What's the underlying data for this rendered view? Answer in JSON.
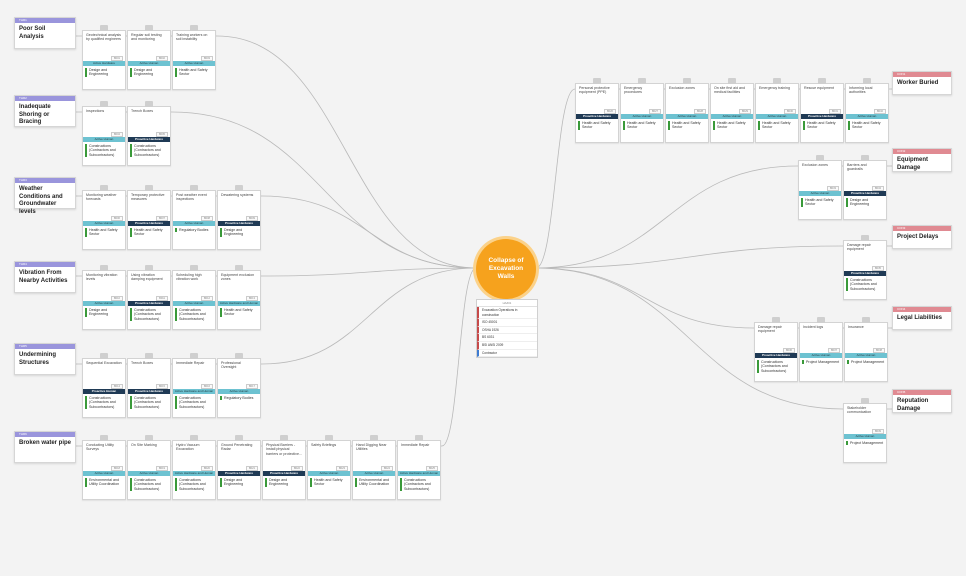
{
  "top_event": {
    "title": "Collapse of Excavation Walls"
  },
  "hazard": {
    "number": "HAZ01",
    "items": [
      "Excavation Operations in construction",
      "ISO 45001",
      "OSHA 1926",
      "BS 6031",
      "BSI ANSI 2009",
      "Contractor"
    ]
  },
  "threats": [
    {
      "tag": "THR1",
      "title": "Poor Soil Analysis",
      "barriers": [
        {
          "text": "Geotechnical analysis by qualified engineers",
          "num": "B001",
          "status": "Active Hardware",
          "owner": "Design and Engineering"
        },
        {
          "text": "Regular soil testing and monitoring",
          "num": "B002",
          "status": "Active Human",
          "owner": "Design and Engineering"
        },
        {
          "text": "Training workers on soil instability",
          "num": "B003",
          "status": "Active Human",
          "owner": "Health and Safety Sector"
        }
      ]
    },
    {
      "tag": "THR2",
      "title": "Inadequate Shoring or Bracing",
      "barriers": [
        {
          "text": "Inspections",
          "num": "B004",
          "status": "Active Human",
          "owner": "Constructions (Contractors and Subcontractors)"
        },
        {
          "text": "Trench Boxes",
          "num": "B005",
          "status": "Proactive Hardware",
          "owner": "Constructions (Contractors and Subcontractors)"
        }
      ]
    },
    {
      "tag": "THR3",
      "title": "Weather Conditions and Groundwater levels",
      "barriers": [
        {
          "text": "Monitoring weather forecasts",
          "num": "B006",
          "status": "Active Human",
          "owner": "Health and Safety Sector"
        },
        {
          "text": "Temporary protective measures",
          "num": "B007",
          "status": "Proactive Hardware",
          "owner": "Health and Safety Sector"
        },
        {
          "text": "Post weather event inspections",
          "num": "B008",
          "status": "Active Human",
          "owner": "Regulatory Bodies"
        },
        {
          "text": "Dewatering systems",
          "num": "B009",
          "status": "Proactive Hardware",
          "owner": "Design and Engineering"
        }
      ]
    },
    {
      "tag": "THR4",
      "title": "Vibration From Nearby Activities",
      "barriers": [
        {
          "text": "Monitoring vibration levels",
          "num": "B010",
          "status": "Active Human",
          "owner": "Design and Engineering"
        },
        {
          "text": "Using vibration damping equipment",
          "num": "B011",
          "status": "Proactive Hardware",
          "owner": "Constructions (Contractors and Subcontractors)"
        },
        {
          "text": "Scheduling high vibration work",
          "num": "B012",
          "status": "Active Human",
          "owner": "Constructions (Contractors and Subcontractors)"
        },
        {
          "text": "Equipment exclusion zones",
          "num": "B013",
          "status": "Active Hardware and Human",
          "owner": "Health and Safety Sector"
        }
      ]
    },
    {
      "tag": "THR5",
      "title": "Undermining Structures",
      "barriers": [
        {
          "text": "Sequential Excavation",
          "num": "B014",
          "status": "Proactive Human",
          "owner": "Constructions (Contractors and Subcontractors)"
        },
        {
          "text": "Trench Boxes",
          "num": "B015",
          "status": "Proactive Hardware",
          "owner": "Constructions (Contractors and Subcontractors)"
        },
        {
          "text": "Immediate Repair",
          "num": "B016",
          "status": "Active Hardware and Human",
          "owner": "Constructions (Contractors and Subcontractors)"
        },
        {
          "text": "Professional Oversight",
          "num": "B017",
          "status": "Active Human",
          "owner": "Regulatory Bodies"
        }
      ]
    },
    {
      "tag": "THR6",
      "title": "Broken water pipe",
      "barriers": [
        {
          "text": "Conducting Utility Surveys",
          "num": "B018",
          "status": "Active Human",
          "owner": "Environmental and Utility Coordination"
        },
        {
          "text": "On Site Marking",
          "num": "B019",
          "status": "Active Human",
          "owner": "Constructions (Contractors and Subcontractors)"
        },
        {
          "text": "Hydro Vacuum Excavation",
          "num": "B020",
          "status": "Active Hardware and Human",
          "owner": "Constructions (Contractors and Subcontractors)"
        },
        {
          "text": "Ground Penetrating Radar",
          "num": "B021",
          "status": "Proactive Hardware",
          "owner": "Design and Engineering"
        },
        {
          "text": "Physical Barriers - Install physical barriers or protective...",
          "num": "B022",
          "status": "Proactive Hardware",
          "owner": "Design and Engineering"
        },
        {
          "text": "Safety Briefings",
          "num": "B023",
          "status": "Active Human",
          "owner": "Health and Safety Sector"
        },
        {
          "text": "Hand Digging Near Utilities",
          "num": "B024",
          "status": "Active Human",
          "owner": "Environmental and Utility Coordination"
        },
        {
          "text": "Immediate Repair",
          "num": "B025",
          "status": "Active Hardware and Human",
          "owner": "Constructions (Contractors and Subcontractors)"
        }
      ]
    }
  ],
  "consequences": [
    {
      "tag": "CON1",
      "title": "Worker Buried",
      "barriers": [
        {
          "text": "Personal protective equipment (PPE)",
          "num": "B026",
          "status": "Proactive Hardware",
          "owner": "Health and Safety Sector"
        },
        {
          "text": "Emergency procedures",
          "num": "B027",
          "status": "Active Human",
          "owner": "Health and Safety Sector"
        },
        {
          "text": "Exclusion zones",
          "num": "B028",
          "status": "Active Human",
          "owner": "Health and Safety Sector"
        },
        {
          "text": "On site first aid and medical facilities",
          "num": "B029",
          "status": "Active Human",
          "owner": "Health and Safety Sector"
        },
        {
          "text": "Emergency training",
          "num": "B030",
          "status": "Active Human",
          "owner": "Health and Safety Sector"
        },
        {
          "text": "Rescue equipment",
          "num": "B031",
          "status": "Proactive Hardware",
          "owner": "Health and Safety Sector"
        },
        {
          "text": "Informing local authorities",
          "num": "B032",
          "status": "Active Human",
          "owner": "Health and Safety Sector"
        }
      ]
    },
    {
      "tag": "CON2",
      "title": "Equipment Damage",
      "barriers": [
        {
          "text": "Exclusion zones",
          "num": "B033",
          "status": "Active Human",
          "owner": "Health and Safety Sector"
        },
        {
          "text": "Barriers and guardrails",
          "num": "B034",
          "status": "Proactive Hardware",
          "owner": "Design and Engineering"
        }
      ]
    },
    {
      "tag": "CON3",
      "title": "Project Delays",
      "barriers": [
        {
          "text": "Damage repair equipment",
          "num": "B035",
          "status": "Proactive Hardware",
          "owner": "Constructions (Contractors and Subcontractors)"
        }
      ]
    },
    {
      "tag": "CON4",
      "title": "Legal Liabilities",
      "barriers": [
        {
          "text": "Damage repair equipment",
          "num": "B036",
          "status": "Proactive Hardware",
          "owner": "Constructions (Contractors and Subcontractors)"
        },
        {
          "text": "Incident logs",
          "num": "B037",
          "status": "Active Human",
          "owner": "Project Management"
        },
        {
          "text": "Insurance",
          "num": "B038",
          "status": "Active Human",
          "owner": "Project Management"
        }
      ]
    },
    {
      "tag": "CON5",
      "title": "Reputation Damage",
      "barriers": [
        {
          "text": "Stakeholder communication",
          "num": "B039",
          "status": "Active Human",
          "owner": "Project Management"
        }
      ]
    }
  ]
}
